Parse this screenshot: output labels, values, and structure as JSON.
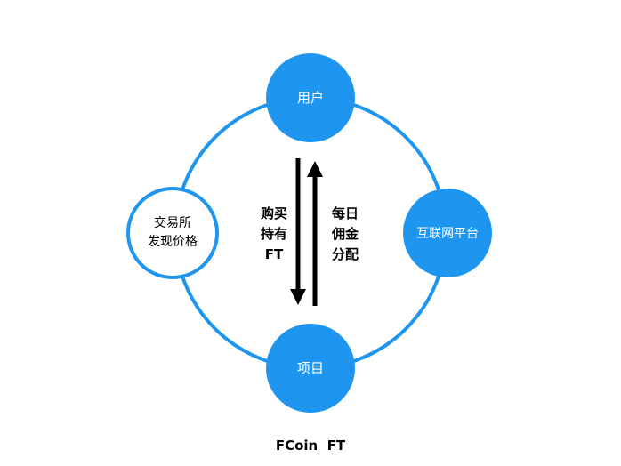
{
  "diagram": {
    "colors": {
      "accent": "#1E96F0",
      "arrow": "#000000",
      "text_light": "#ffffff",
      "text_dark": "#000000"
    },
    "nodes": {
      "user": {
        "label": "用户"
      },
      "platform": {
        "label": "互联网平台"
      },
      "project": {
        "label": "项目"
      },
      "exchange": {
        "line1": "交易所",
        "line2": "发现价格"
      }
    },
    "arrows": {
      "down": {
        "line1": "购买",
        "line2": "持有",
        "line3": "FT"
      },
      "up": {
        "line1": "每日",
        "line2": "佣金",
        "line3": "分配"
      }
    },
    "caption": "FCoin  FT"
  }
}
